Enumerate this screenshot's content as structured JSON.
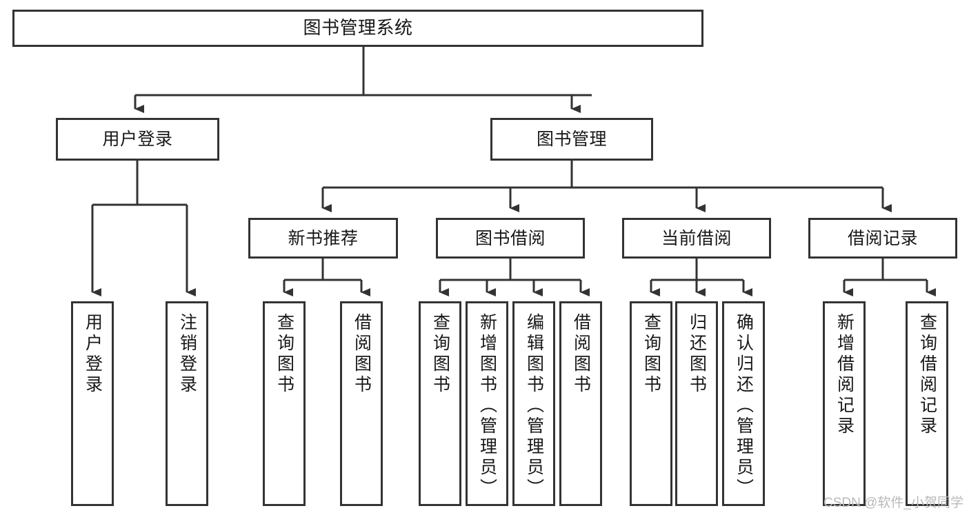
{
  "diagram": {
    "type": "tree",
    "title": "图书管理系统",
    "watermark": "CSDN @软件_小贺同学",
    "colors": {
      "box_border": "#333333",
      "box_fill": "#ffffff",
      "line": "#333333",
      "text": "#171717",
      "watermark": "#b9b9b9",
      "background": "#ffffff"
    },
    "nodes": {
      "root": {
        "label": "图书管理系统"
      },
      "l2": [
        {
          "id": "user-login",
          "label": "用户登录"
        },
        {
          "id": "book-manage",
          "label": "图书管理"
        }
      ],
      "l3": [
        {
          "id": "new-book-rec",
          "label": "新书推荐"
        },
        {
          "id": "book-borrow",
          "label": "图书借阅"
        },
        {
          "id": "current-borrow",
          "label": "当前借阅"
        },
        {
          "id": "borrow-record",
          "label": "借阅记录"
        }
      ],
      "leaves": {
        "user-login": [
          {
            "id": "leaf-user-login",
            "label": "用户登录"
          },
          {
            "id": "leaf-logout",
            "label": "注销登录"
          }
        ],
        "new-book-rec": [
          {
            "id": "leaf-query-book-1",
            "label": "查询图书"
          },
          {
            "id": "leaf-borrow-book-1",
            "label": "借阅图书"
          }
        ],
        "book-borrow": [
          {
            "id": "leaf-query-book-2",
            "label": "查询图书"
          },
          {
            "id": "leaf-add-book",
            "label": "新增图书（管理员）"
          },
          {
            "id": "leaf-edit-book",
            "label": "编辑图书（管理员）"
          },
          {
            "id": "leaf-borrow-book-2",
            "label": "借阅图书"
          }
        ],
        "current-borrow": [
          {
            "id": "leaf-query-book-3",
            "label": "查询图书"
          },
          {
            "id": "leaf-return-book",
            "label": "归还图书"
          },
          {
            "id": "leaf-confirm-return",
            "label": "确认归还（管理员）"
          }
        ],
        "borrow-record": [
          {
            "id": "leaf-add-record",
            "label": "新增借阅记录"
          },
          {
            "id": "leaf-query-record",
            "label": "查询借阅记录"
          }
        ]
      }
    }
  }
}
